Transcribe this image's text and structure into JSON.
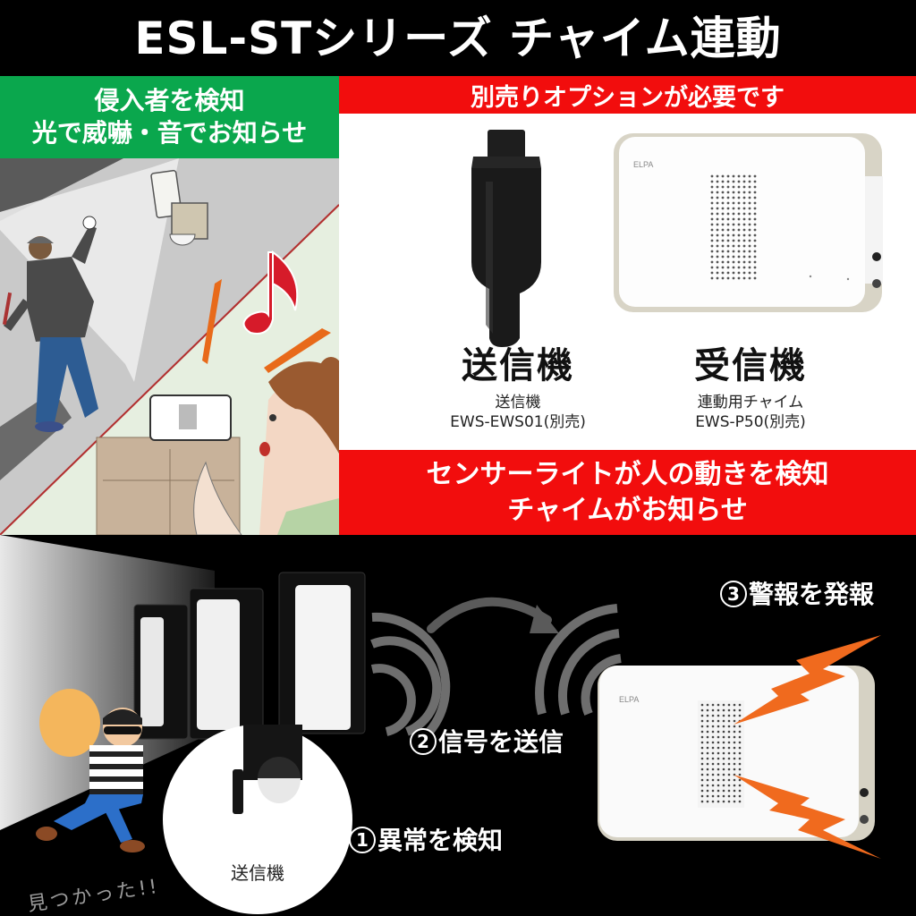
{
  "header": {
    "title": "ESL-STシリーズ チャイム連動"
  },
  "left_panel": {
    "banner_line1": "侵入者を検知",
    "banner_line2": "光で威嚇・音でお知らせ",
    "illustration": "intruder-and-chime-scene"
  },
  "options": {
    "banner": "別売りオプションが必要です",
    "products": [
      {
        "title": "送信機",
        "desc_line1": "送信機",
        "desc_line2": "EWS-EWS01(別売)"
      },
      {
        "title": "受信機",
        "desc_line1": "連動用チャイム",
        "desc_line2": "EWS-P50(別売)",
        "brand": "ELPA"
      }
    ]
  },
  "notice": {
    "line1": "センサーライトが人の動きを検知",
    "line2": "チャイムがお知らせ"
  },
  "flow": {
    "steps": [
      {
        "num": "1",
        "label": "異常を検知"
      },
      {
        "num": "2",
        "label": "信号を送信"
      },
      {
        "num": "3",
        "label": "警報を発報"
      }
    ],
    "transmitter_label": "送信機",
    "thief_caption": "見つかった!!",
    "receiver_brand": "ELPA"
  },
  "colors": {
    "green": "#0aa74d",
    "red": "#f20d0d",
    "alarm_orange": "#f06a1e",
    "signal_gray": "#707070"
  }
}
